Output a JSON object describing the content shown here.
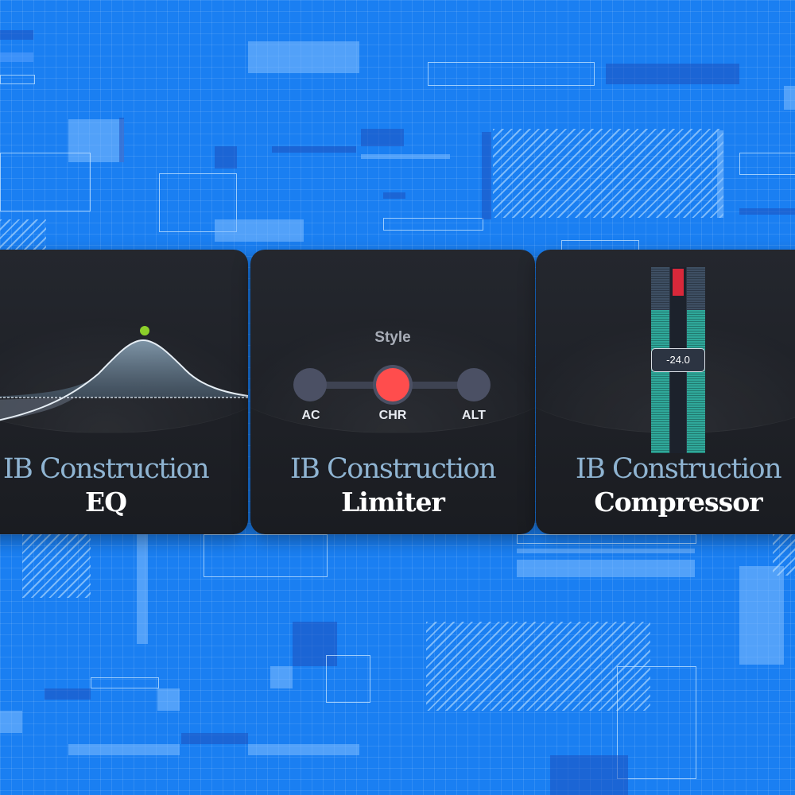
{
  "colors": {
    "background": "#1a7ff2",
    "card": "#1e2026",
    "active_node": "#ff4d4d",
    "eq_point": "#8ccf2a",
    "meter_teal": "#2fa89a",
    "meter_peak": "#d8283a"
  },
  "cards": {
    "eq": {
      "brand": "IB Construction",
      "product": "EQ"
    },
    "limiter": {
      "brand": "IB Construction",
      "product": "Limiter",
      "style_label": "Style",
      "options": [
        "AC",
        "CHR",
        "ALT"
      ],
      "selected": "CHR"
    },
    "compressor": {
      "brand": "IB Construction",
      "product": "Compressor",
      "meter_value": "-24.0"
    }
  }
}
